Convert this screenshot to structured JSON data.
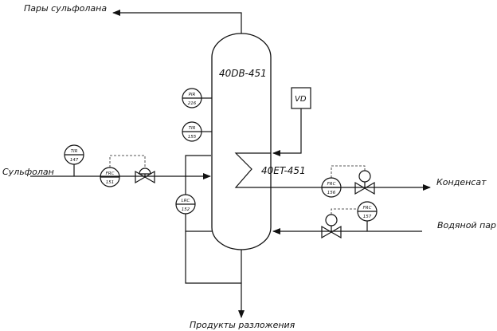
{
  "streams": {
    "top_vapor": "Пары сульфолана",
    "feed": "Сульфолан",
    "bottoms": "Продукты разложения",
    "condensate": "Конденсат",
    "steam": "Водяной пар"
  },
  "equipment": {
    "column": "40DB-451",
    "reboiler": "40ET-451",
    "vd": "VD"
  },
  "instruments": [
    {
      "id": "pir-216",
      "tag": "PIR",
      "num": "216"
    },
    {
      "id": "tir-155",
      "tag": "TIR",
      "num": "155"
    },
    {
      "id": "tir-147",
      "tag": "TIR",
      "num": "147"
    },
    {
      "id": "frc-151",
      "tag": "FRC",
      "num": "151"
    },
    {
      "id": "lrc-152",
      "tag": "LRC",
      "num": "152"
    },
    {
      "id": "frc-156",
      "tag": "FRC",
      "num": "156"
    },
    {
      "id": "frc-157",
      "tag": "FRC",
      "num": "157"
    }
  ]
}
